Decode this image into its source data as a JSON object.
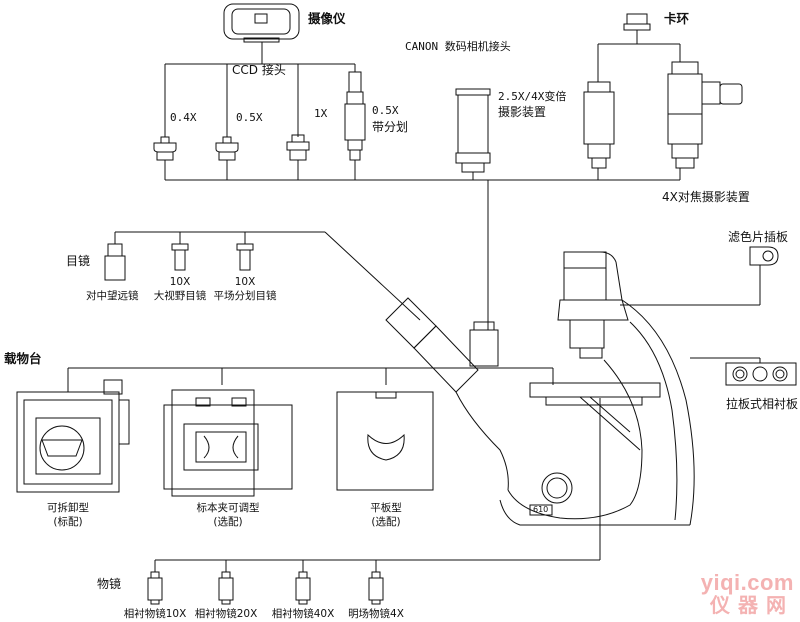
{
  "labels": {
    "camera": "摄像仪",
    "canon_adapter": "CANON 数码相机接头",
    "ring": "卡环",
    "ccd_adapter": "CCD 接头",
    "adapter_0_4x": "0.4X",
    "adapter_0_5x": "0.5X",
    "adapter_1x": "1X",
    "adapter_0_5x_reticle_a": "0.5X",
    "adapter_0_5x_reticle_b": "带分划",
    "zoom_photo_a": "2.5X/4X变倍",
    "zoom_photo_b": "摄影装置",
    "focus_photo": "4X对焦摄影装置",
    "filter_slot": "滤色片插板",
    "eyepiece": "目镜",
    "telescope": "对中望远镜",
    "wide_eyepiece_mag": "10X",
    "wide_eyepiece": "大视野目镜",
    "reticle_eyepiece_mag": "10X",
    "reticle_eyepiece": "平场分划目镜",
    "phase_slider": "拉板式相衬板",
    "stage": "载物台",
    "detachable_a": "可拆卸型",
    "detachable_b": "(标配)",
    "adjustable_a": "标本夹可调型",
    "adjustable_b": "(选配)",
    "flat_a": "平板型",
    "flat_b": "(选配)",
    "objectives": "物镜",
    "obj_10x": "相衬物镜10X",
    "obj_20x": "相衬物镜20X",
    "obj_40x": "相衬物镜40X",
    "obj_4x": "明场物镜4X",
    "microscope_plate": "610"
  },
  "watermark": {
    "line1": "yiqi.com",
    "line2": "仪器网"
  },
  "colors": {
    "line": "#111111",
    "watermark": "#f4b2b2"
  }
}
